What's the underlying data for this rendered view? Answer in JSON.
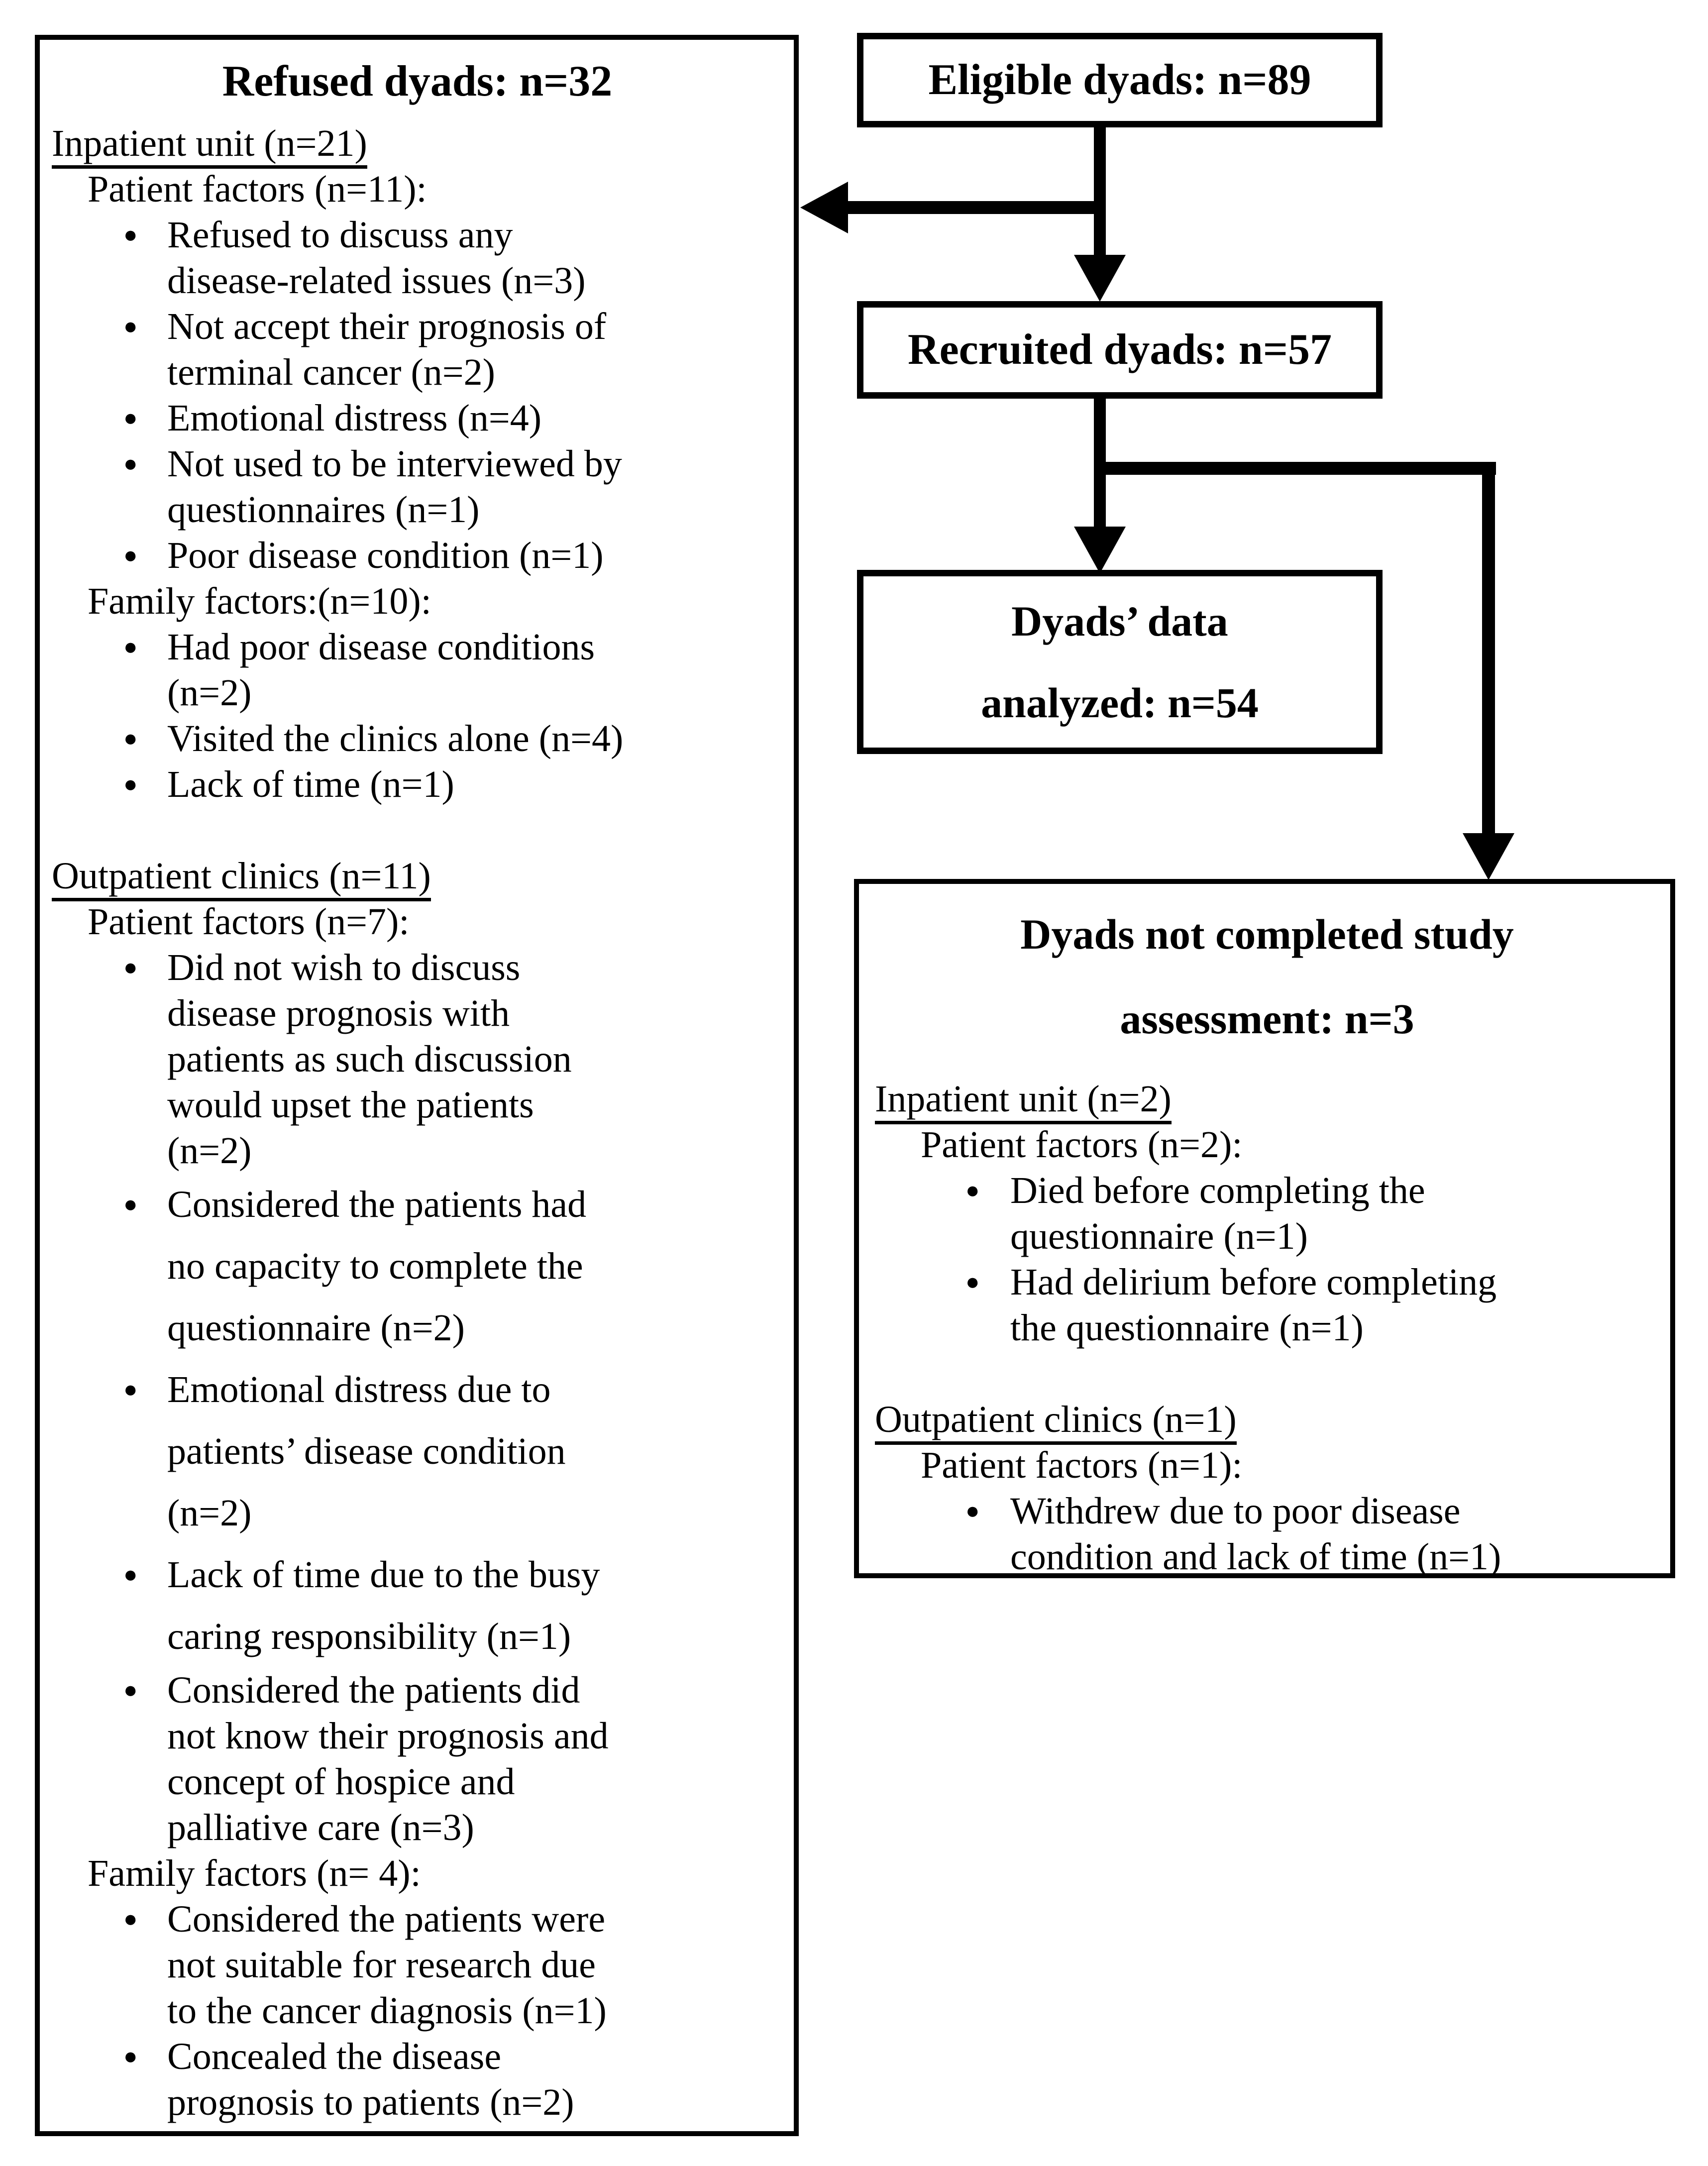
{
  "figure": {
    "background": "#ffffff",
    "line_color": "#000000"
  },
  "boxes": {
    "eligible": {
      "title": "Eligible dyads: n=89"
    },
    "recruited": {
      "title": "Recruited dyads: n=57"
    },
    "analyzed": {
      "line1": "Dyads’ data",
      "line2": "analyzed: n=54"
    },
    "refused": {
      "title": "Refused dyads: n=32",
      "lines": [
        "Inpatient unit (n=21)",
        "Patient factors (n=11):",
        "Refused to discuss any",
        "disease-related issues (n=3)",
        "Not accept their prognosis of",
        "terminal cancer (n=2)",
        "Emotional distress (n=4)",
        "Not used to be interviewed by",
        "questionnaires (n=1)",
        "Poor disease condition (n=1)",
        "Family factors:(n=10):",
        "Had poor disease conditions",
        "(n=2)",
        "Visited the clinics alone (n=4)",
        "Lack of time (n=1)",
        "Outpatient clinics (n=11)",
        "Patient factors (n=7):",
        "Did not wish to discuss",
        "disease prognosis with",
        "patients as such discussion",
        "would upset the patients",
        "(n=2)",
        "Considered the patients had",
        "no capacity to complete the",
        "questionnaire (n=2)",
        "Emotional distress due to",
        "patients’ disease condition",
        "(n=2)",
        "Lack of time due to the busy",
        "caring responsibility (n=1)",
        "Considered the patients did",
        "not know their prognosis and",
        "concept of hospice and",
        "palliative care (n=3)",
        "Family factors (n= 4):",
        "Considered the patients were",
        "not suitable for research due",
        "to the cancer diagnosis (n=1)",
        "Concealed the disease",
        "prognosis to patients (n=2)"
      ]
    },
    "not_completed": {
      "title_line1": "Dyads not completed study",
      "title_line2": "assessment: n=3",
      "lines": [
        "Inpatient unit (n=2)",
        "Patient factors (n=2):",
        "Died before completing the",
        "questionnaire (n=1)",
        "Had delirium before completing",
        "the questionnaire (n=1)",
        "Outpatient clinics (n=1)",
        "Patient factors (n=1):",
        "Withdrew due to poor disease",
        "condition and lack of time (n=1)"
      ]
    }
  }
}
